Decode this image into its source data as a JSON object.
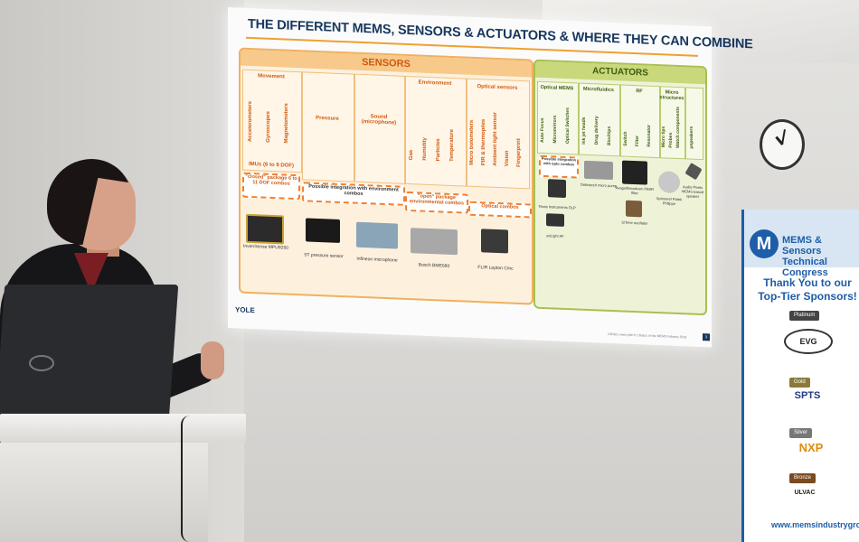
{
  "slide": {
    "title": "THE DIFFERENT MEMS, SENSORS & ACTUATORS & WHERE THEY CAN COMBINE",
    "sensors_header": "SENSORS",
    "actuators_header": "ACTUATORS",
    "groups": {
      "movement": "Movement",
      "pressure": "Pressure",
      "sound": "Sound (microphone)",
      "environment": "Environment",
      "optical_sensors": "Optical sensors",
      "optical_mems": "Optical MEMS",
      "microfluidics": "Microfluidics",
      "rf": "RF",
      "micro_structures": "Micro structures"
    },
    "movement_cols": [
      "Accelerometers",
      "Gyroscopes",
      "Magnetometers"
    ],
    "environment_cols": [
      "Gas",
      "Humidity",
      "Particles",
      "Temperature"
    ],
    "optical_cols": [
      "Micro bolometers",
      "PIR & thermopiles",
      "Ambient light sensor",
      "Vision",
      "Fingerprint"
    ],
    "optical_mems_cols": [
      "Auto Focus",
      "Micromirrors",
      "Optical Switches"
    ],
    "microfluidics_cols": [
      "Ink jet heads",
      "Drug delivery",
      "Biochips"
    ],
    "rf_cols": [
      "Switch",
      "Filter",
      "Resonator"
    ],
    "micro_cols": [
      "Micro tips",
      "Probes",
      "Watch components"
    ],
    "speakers_col": "μspeakers",
    "imu_label": "IMUs (6 to 9 DOF)",
    "combos": {
      "closed": "\"closed\" package 6 to 11 DOF combos",
      "integration": "Possible integration with environment combos",
      "open": "\"open\" package environmental combos",
      "optical": "Optical combos",
      "actuator": "Possible integration with opto combos"
    },
    "products": [
      "InvenSense MPU9250",
      "ST pressure sensor",
      "Infineon microphone",
      "Bosch BME680",
      "FLIR Lepton Cmc",
      "Texas Instruments DLP",
      "poLight AF",
      "Debiotech micro pump",
      "Avago/Broadcom FBAR filter",
      "SiTime oscillator",
      "Spinnerel Patek Philippe",
      "Audio Pixels MEMS based speaker"
    ],
    "logo": "YOLE",
    "footer": "©2016 | www.yole.fr | Status of the MEMS Industry 2016",
    "page": "3"
  },
  "banner": {
    "logo_letter": "M",
    "event": "MEMS & Sensors Technical Congress",
    "thanks": "Thank You to our Top-Tier Sponsors!",
    "tiers": [
      "Platinum",
      "Gold",
      "Silver",
      "Bronze"
    ],
    "sponsors": {
      "platinum": "EVG",
      "gold": "SPTS",
      "silver": "NXP",
      "bronze": "ULVAC"
    },
    "url": "www.memsindustrygroup.o"
  },
  "colors": {
    "sensors": "#f0a030",
    "actuators": "#a8c050",
    "title": "#17375e",
    "banner": "#1e5da8"
  }
}
